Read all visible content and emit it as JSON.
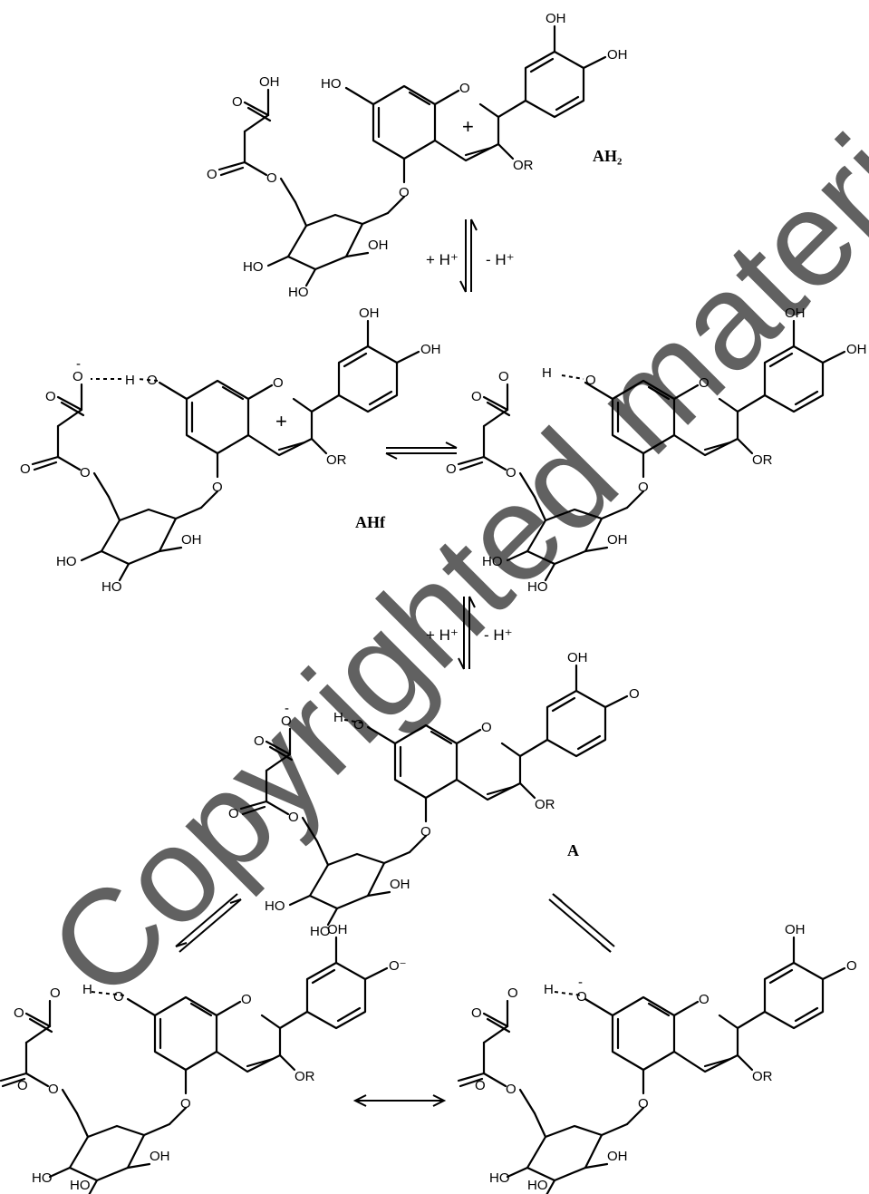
{
  "labels": {
    "oh": "OH",
    "ho": "HO",
    "or": "OR",
    "o": "O",
    "h": "H",
    "o_minus": "O⁻",
    "minus": "-",
    "plus": "+",
    "c_o": "O",
    "ring_o": "O"
  },
  "species": {
    "ah2": "AH₂",
    "ahf": "AHf",
    "a": "A"
  },
  "conditions": {
    "add_h": "+ H⁺",
    "remove_h": "- H⁺"
  },
  "watermark": "Copyrighted material"
}
